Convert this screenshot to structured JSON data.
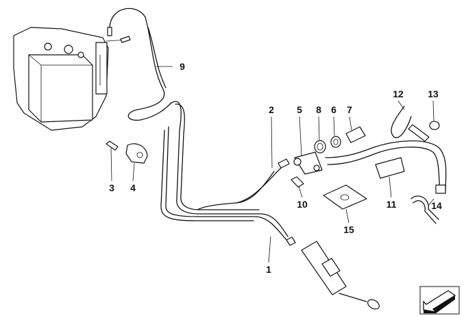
{
  "diagram": {
    "callouts": [
      "1",
      "2",
      "3",
      "4",
      "5",
      "6",
      "7",
      "8",
      "9",
      "10",
      "11",
      "12",
      "13",
      "14",
      "15"
    ],
    "nav_icon": "arrow-down-left-icon"
  }
}
